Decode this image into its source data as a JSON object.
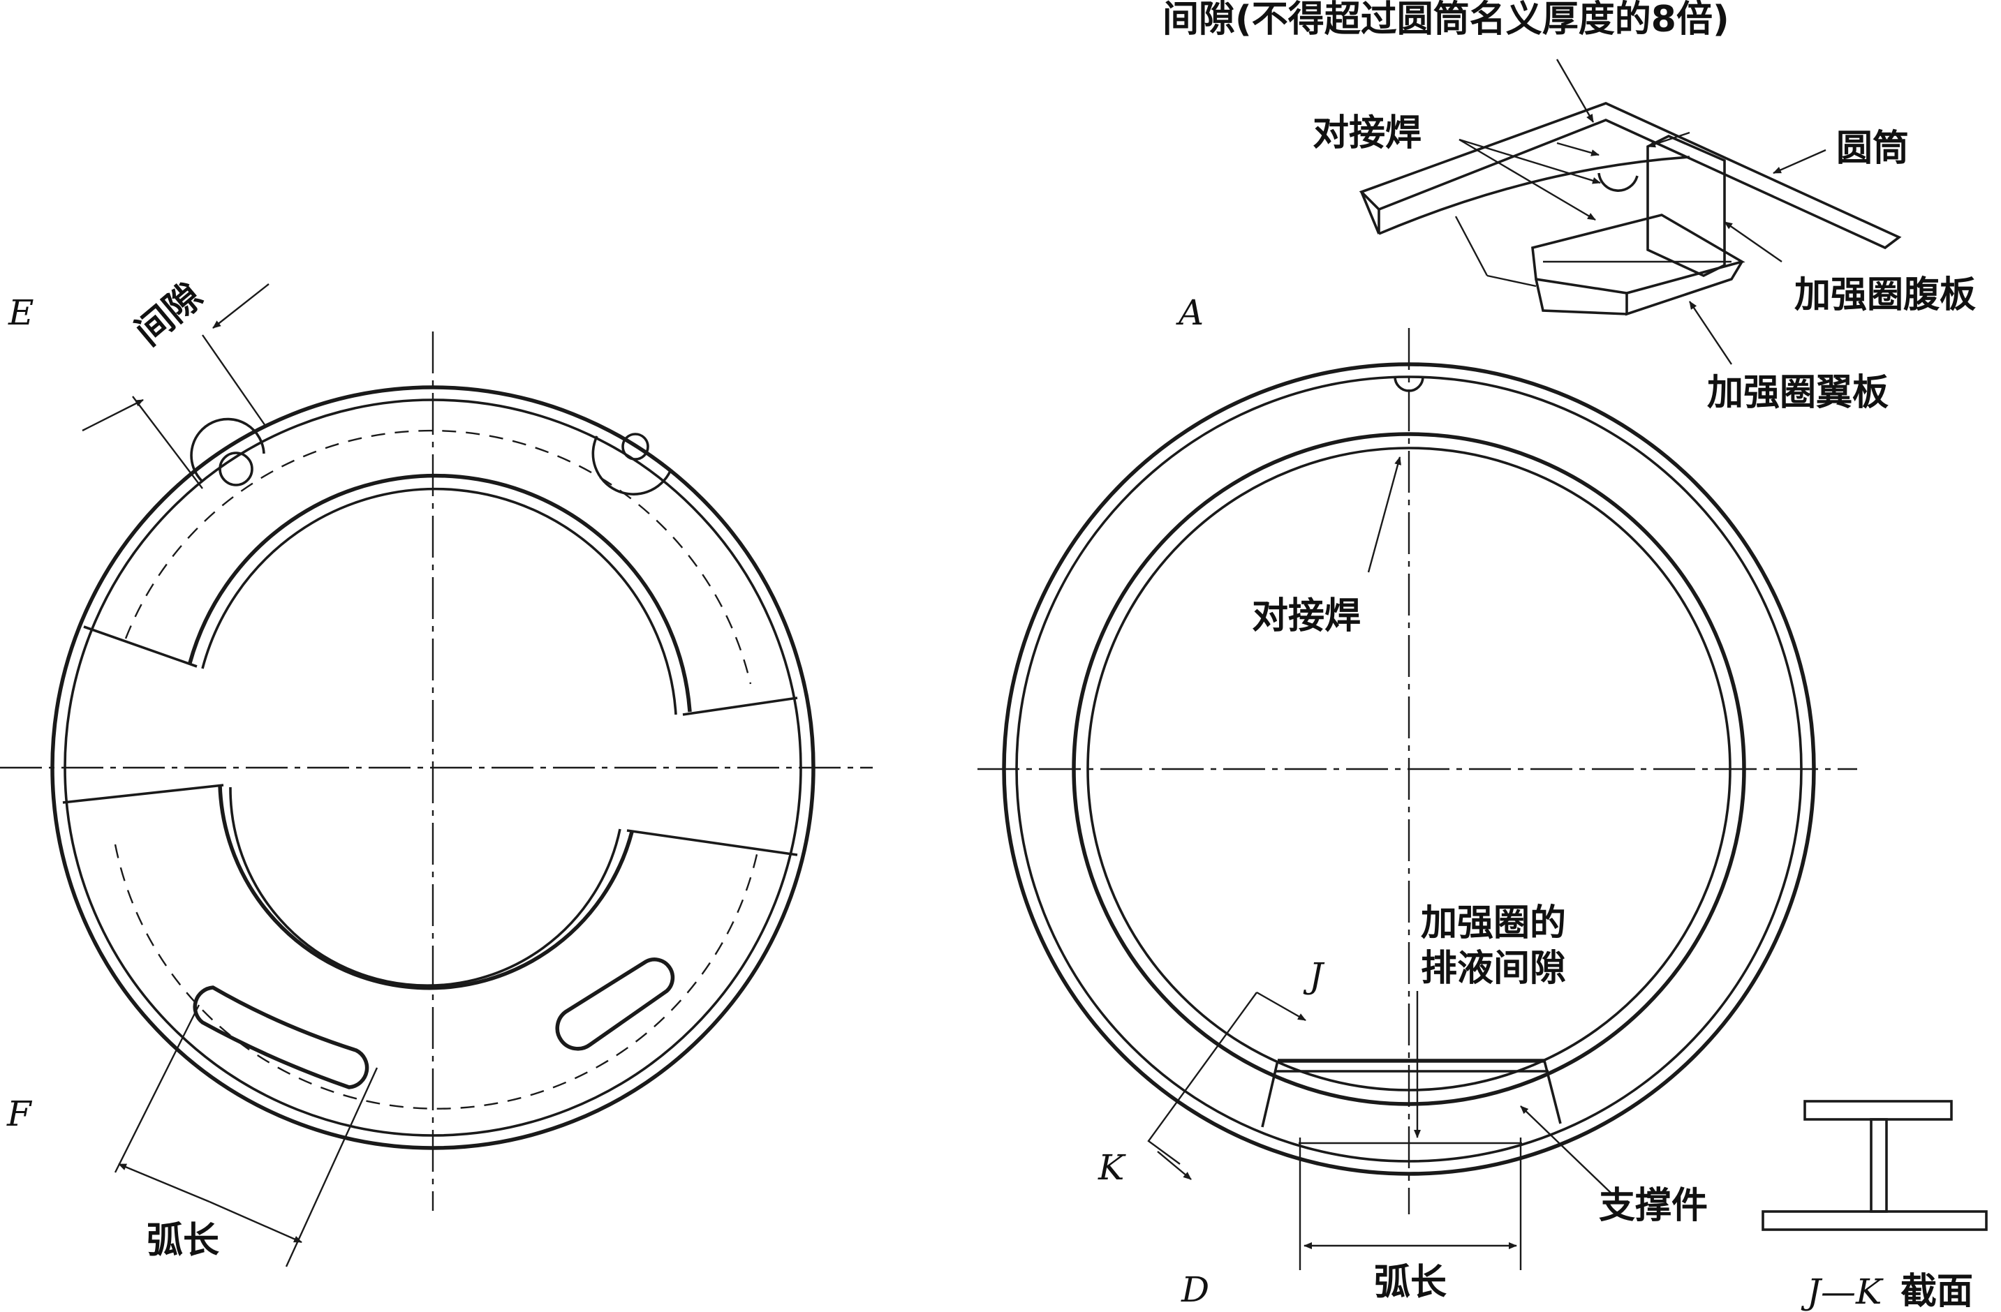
{
  "labels": {
    "gap_note": "间隙(不得超过圆筒名义厚度的8倍)",
    "butt_weld_top": "对接焊",
    "shell": "圆筒",
    "web": "加强圈腹板",
    "flange": "加强圈翼板",
    "butt_weld_main": "对接焊",
    "drain_gap_line1": "加强圈的",
    "drain_gap_line2": "排液间隙",
    "support": "支撑件",
    "gap_left": "间隙",
    "arc_left": "弧长",
    "arc_right": "弧长",
    "section_title": "截面",
    "section_prefix": "J—K"
  },
  "letters": {
    "E": "E",
    "F": "F",
    "A": "A",
    "D": "D",
    "J": "J",
    "K": "K"
  }
}
